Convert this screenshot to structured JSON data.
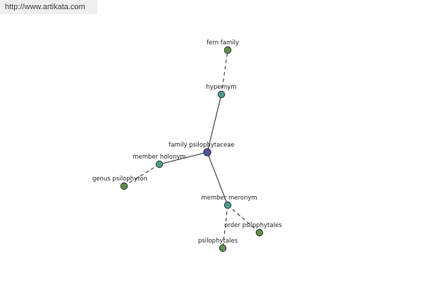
{
  "watermark": {
    "text": "http://www.artikata.com"
  },
  "graph": {
    "center_color": "#4a55a0",
    "relation_color": "#4f9a8e",
    "leaf_color": "#5c8f4e",
    "nodes": [
      {
        "id": "center",
        "label": "family psilophytaceae",
        "kind": "center"
      },
      {
        "id": "hypernym",
        "label": "hypernym",
        "kind": "relation"
      },
      {
        "id": "holonym",
        "label": "member holonym",
        "kind": "relation"
      },
      {
        "id": "meronym",
        "label": "member meronym",
        "kind": "relation"
      },
      {
        "id": "fern",
        "label": "fern family",
        "kind": "leaf"
      },
      {
        "id": "genus",
        "label": "genus psilophyton",
        "kind": "leaf"
      },
      {
        "id": "order",
        "label": "order psilophytales",
        "kind": "leaf"
      },
      {
        "id": "psilophytales",
        "label": "psilophytales",
        "kind": "leaf"
      }
    ],
    "edges": [
      {
        "from": "center",
        "to": "hypernym",
        "style": "solid"
      },
      {
        "from": "center",
        "to": "holonym",
        "style": "solid"
      },
      {
        "from": "center",
        "to": "meronym",
        "style": "solid"
      },
      {
        "from": "hypernym",
        "to": "fern",
        "style": "dashed"
      },
      {
        "from": "holonym",
        "to": "genus",
        "style": "dashed"
      },
      {
        "from": "meronym",
        "to": "order",
        "style": "dashed"
      },
      {
        "from": "meronym",
        "to": "psilophytales",
        "style": "dashed"
      }
    ]
  }
}
